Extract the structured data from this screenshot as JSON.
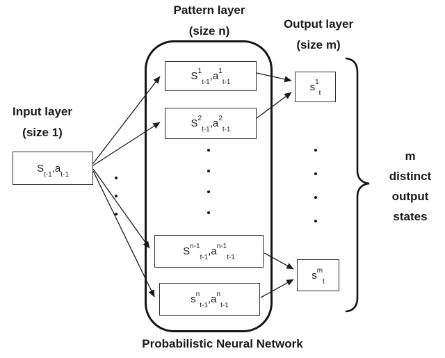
{
  "titles": {
    "pattern": {
      "line1": "Pattern layer",
      "line2": "(size n)"
    },
    "output": {
      "line1": "Output layer",
      "line2": "(size m)"
    },
    "input": {
      "line1": "Input layer",
      "line2": "(size 1)"
    },
    "bottom": "Probabilistic Neural Network"
  },
  "input_layer": {
    "unit": {
      "s": "S",
      "s_sub": "t-1",
      "a": ",a",
      "a_sub": "t-1"
    }
  },
  "pattern_layer": {
    "units": [
      {
        "s": "S",
        "s_sup": "1",
        "s_sub": "t-1",
        "a": ",a",
        "a_sup": "1",
        "a_sub": "t-1"
      },
      {
        "s": "S",
        "s_sup": "2",
        "s_sub": "t-1",
        "a": ",a",
        "a_sup": "2",
        "a_sub": "t-1"
      },
      {
        "s": "S",
        "s_sup": "n-1",
        "s_sub": "t-1",
        "a": ",a",
        "a_sup": "n-1",
        "a_sub": "t-1"
      },
      {
        "s": "s",
        "s_sup": "n",
        "s_sub": "t-1",
        "a": ",a",
        "a_sup": "n",
        "a_sub": "t-1"
      }
    ]
  },
  "output_layer": {
    "units": [
      {
        "s": "s",
        "s_sup": "1",
        "s_sub": "t"
      },
      {
        "s": "s",
        "s_sup": "m",
        "s_sub": "t"
      }
    ]
  },
  "brace_label": {
    "lines": [
      "m",
      "distinct",
      "output",
      "states"
    ]
  },
  "colors": {
    "ink": "#1a1a1a",
    "background": "#ffffff"
  }
}
